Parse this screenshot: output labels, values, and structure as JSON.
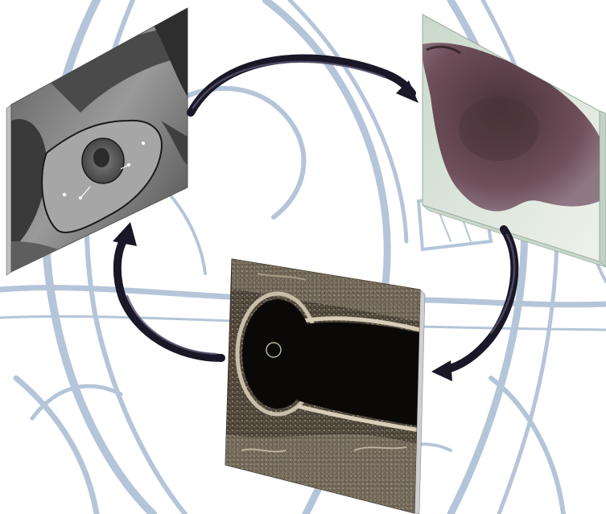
{
  "figure": {
    "background_color": "#ffffff",
    "sketch_color": "#9fb3cc",
    "arrow_color": "#1a1726",
    "arrow_highlight": "#5a5470"
  },
  "panels": [
    {
      "id": "mri",
      "description_icon": "mri-slice-image",
      "tone_dark": "#2b2b2b",
      "tone_mid": "#8c8c8c",
      "tone_light": "#c8c8c8"
    },
    {
      "id": "histology",
      "description_icon": "histology-stain-image",
      "tone_dark": "#4a3540",
      "tone_mid": "#7a5f6a",
      "tone_light": "#cfdccf"
    },
    {
      "id": "ultrasound",
      "description_icon": "ultrasound-image",
      "tone_dark": "#0d0a08",
      "tone_mid": "#5a5044",
      "tone_light": "#b8ad9c"
    }
  ],
  "arrows": [
    {
      "from": "mri",
      "to": "histology"
    },
    {
      "from": "histology",
      "to": "ultrasound"
    },
    {
      "from": "ultrasound",
      "to": "mri"
    }
  ]
}
